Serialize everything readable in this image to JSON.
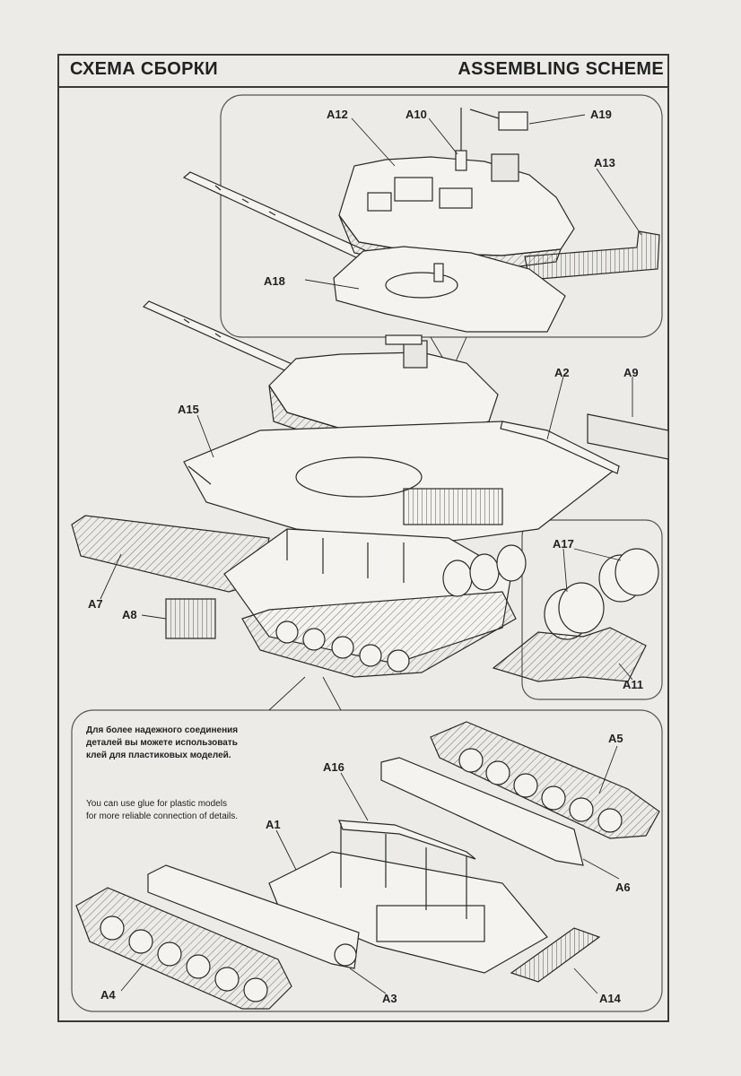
{
  "header": {
    "title_ru": "СХЕМА СБОРКИ",
    "title_en": "ASSEMBLING SCHEME"
  },
  "notes": {
    "ru": "Для более надежного соединения деталей вы можете использовать клей для пластиковых моделей.",
    "en": "You can use glue for plastic models for more reliable connection of details."
  },
  "parts": {
    "a1": "A1",
    "a2": "A2",
    "a3": "A3",
    "a4": "A4",
    "a5": "A5",
    "a6": "A6",
    "a7": "A7",
    "a8": "A8",
    "a9": "A9",
    "a10": "A10",
    "a11": "A11",
    "a12": "A12",
    "a13": "A13",
    "a14": "A14",
    "a15": "A15",
    "a16": "A16",
    "a17": "A17",
    "a18": "A18",
    "a19": "A19"
  },
  "colors": {
    "line": "#2a2a2a",
    "paper": "#ecebe7",
    "part_fill": "#f4f3ef",
    "shade": "#cfcdc8"
  }
}
